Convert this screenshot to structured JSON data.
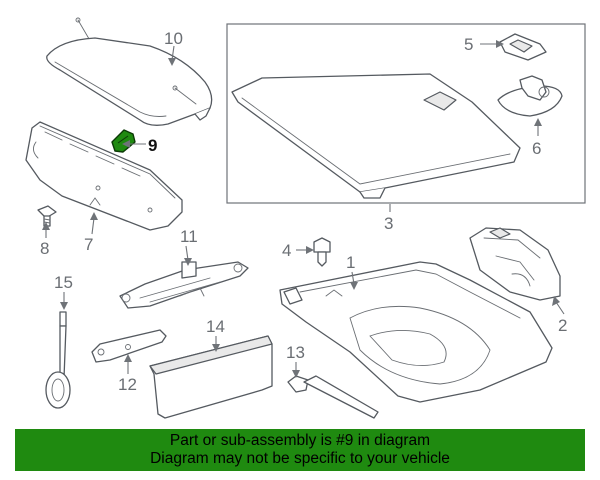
{
  "colors": {
    "banner_background": "#1f8a10",
    "banner_text": "#000000",
    "highlight_part": "#1f8a10",
    "line_art": "#555a60",
    "callout_text": "#6a6e73"
  },
  "callouts": {
    "c1": "1",
    "c2": "2",
    "c3": "3",
    "c4": "4",
    "c5": "5",
    "c6": "6",
    "c7": "7",
    "c8": "8",
    "c9": "9",
    "c10": "10",
    "c11": "11",
    "c12": "12",
    "c13": "13",
    "c14": "14",
    "c15": "15"
  },
  "highlighted_part": "9",
  "banner": {
    "line1": "Part or sub-assembly is #9 in diagram",
    "line2": "Diagram may not be specific to your vehicle"
  }
}
